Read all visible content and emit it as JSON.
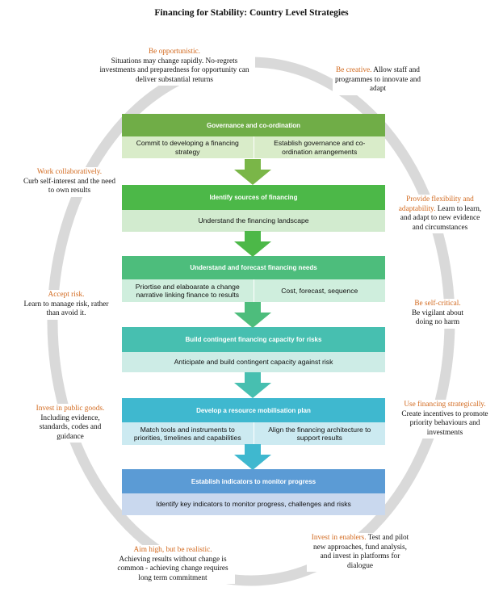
{
  "title": "Financing for Stability: Country Level Strategies",
  "principles": {
    "opportunistic": {
      "heading": "Be opportunistic.",
      "text": "Situations may change rapidly. No-regrets investments and preparedness for opportunity can deliver substantial returns"
    },
    "creative": {
      "heading": "Be creative.",
      "text": "Allow staff and programmes to innovate and adapt"
    },
    "collaborative": {
      "heading": "Work collaboratively.",
      "text": "Curb self-interest and the need to own results"
    },
    "flexibility": {
      "heading": "Provide flexibility and adaptability.",
      "text": "Learn to learn, and adapt to new evidence and circumstances"
    },
    "risk": {
      "heading": "Accept risk.",
      "text": "Learn to manage risk, rather than avoid it."
    },
    "self_critical": {
      "heading": "Be self-critical.",
      "text": "Be vigilant about doing no harm"
    },
    "public_goods": {
      "heading": "Invest in public goods.",
      "text": "Including evidence, standards, codes and guidance"
    },
    "strategic": {
      "heading": "Use financing strategically.",
      "text": "Create incentives to promote priority behaviours and investments"
    },
    "realistic": {
      "heading": "Aim high, but be realistic.",
      "text": "Achieving results without change is common - achieving change requires long term commitment"
    },
    "enablers": {
      "heading": "Invest in enablers.",
      "text": "Test and pilot new approaches, fund analysis, and invest in platforms for dialogue"
    }
  },
  "stages": [
    {
      "header": "Governance and co-ordination",
      "cells": [
        "Commit to developing a financing strategy",
        "Establish governance and co-ordination arrangements"
      ],
      "header_color": "#70ad47",
      "body_color": "#d9ecc9"
    },
    {
      "header": "Identify sources of financing",
      "cells": [
        "Understand the financing landscape"
      ],
      "header_color": "#4cb848",
      "body_color": "#d2ebcf"
    },
    {
      "header": "Understand and forecast financing needs",
      "cells": [
        "Priortise and elaboarate a change narrative linking finance to results",
        "Cost, forecast, sequence"
      ],
      "header_color": "#4dbd7c",
      "body_color": "#cfeedd"
    },
    {
      "header": "Build contingent financing capacity for risks",
      "cells": [
        "Anticipate and build contingent capacity against risk"
      ],
      "header_color": "#47bfb0",
      "body_color": "#cdece6"
    },
    {
      "header": "Develop a resource mobilisation plan",
      "cells": [
        "Match tools and instruments to priorities, timelines and capabilities",
        "Align the financing architecture to support results"
      ],
      "header_color": "#3fb8cf",
      "body_color": "#cceaf1"
    },
    {
      "header": "Establish indicators to monitor progress",
      "cells": [
        "Identify key indicators to monitor progress, challenges and risks"
      ],
      "header_color": "#5b9bd5",
      "body_color": "#c9d8ee"
    }
  ],
  "arrow_colors": [
    "#7ab648",
    "#4cb848",
    "#4dbd7c",
    "#47bfb0",
    "#3fb8cf"
  ],
  "ring_color": "#d9d9d9"
}
